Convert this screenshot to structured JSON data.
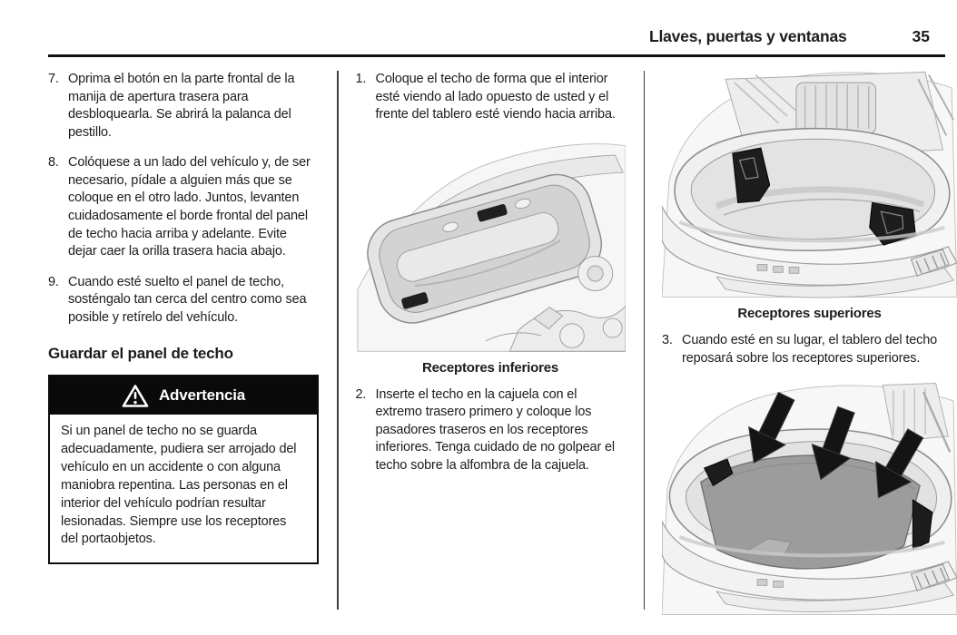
{
  "colors": {
    "text": "#1c1c1c",
    "rule_black": "#101010",
    "warning_bar_bg": "#0a0a0a",
    "warning_text": "#ffffff",
    "column_divider": "#3c3c3c",
    "receiver_black": "#1d1d1d",
    "roof_panel_gray": "#9a9a9a",
    "lineart_gray": "#9a9a9a"
  },
  "header": {
    "section_title": "Llaves, puertas y ventanas",
    "page_number": "35"
  },
  "left_column": {
    "items": [
      {
        "num": "7.",
        "text": "Oprima el botón en la parte frontal de la manija de apertura trasera para desbloquearla. Se abrirá la palanca del pestillo."
      },
      {
        "num": "8.",
        "text": "Colóquese a un lado del vehículo y, de ser necesario, pídale a alguien más que se coloque en el otro lado. Juntos, levanten cuidadosamente el borde frontal del panel de techo hacia arriba y adelante. Evite dejar caer la orilla trasera hacia abajo."
      },
      {
        "num": "9.",
        "text": "Cuando esté suelto el panel de techo, sosténgalo tan cerca del centro como sea posible y retírelo del vehículo."
      }
    ],
    "heading": "Guardar el panel de techo",
    "warning": {
      "icon": "warning-triangle-icon",
      "title": "Advertencia",
      "body": "Si un panel de techo no se guarda adecuadamente, pudiera ser arrojado del vehículo en un accidente o con alguna maniobra repentina. Las personas en el interior del vehículo podrían resultar lesionadas. Siempre use los receptores del portaobjetos."
    }
  },
  "middle_column": {
    "item_1": {
      "num": "1.",
      "text": "Coloque el techo de forma que el interior esté viendo al lado opuesto de usted y el frente del tablero esté viendo hacia arriba."
    },
    "figure_caption": "Receptores inferiores",
    "item_2": {
      "num": "2.",
      "text": "Inserte el techo en la cajuela con el extremo trasero primero y coloque los pasadores traseros en los receptores inferiores. Tenga cuidado de no golpear el techo sobre la alfombra de la cajuela."
    }
  },
  "right_column": {
    "figure_caption": "Receptores superiores",
    "item_3": {
      "num": "3.",
      "text": "Cuando esté en su lugar, el tablero del techo reposará sobre los receptores superiores."
    }
  }
}
